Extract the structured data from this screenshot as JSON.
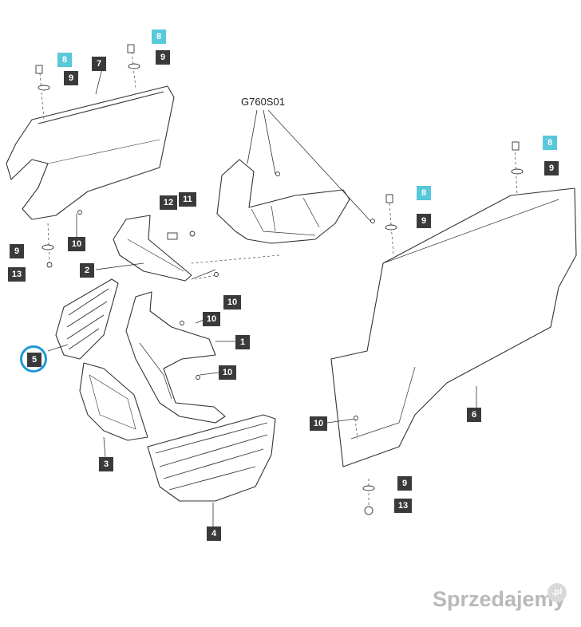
{
  "diagram_code": "G760S01",
  "highlighted_item": "5",
  "watermark": {
    "text": "Sprzedajemy",
    "badge": ".pl"
  },
  "callouts": {
    "c8a": "8",
    "c8b": "8",
    "c8c": "8",
    "c8d": "8",
    "c9a": "9",
    "c9b": "9",
    "c9c": "9",
    "c9d": "9",
    "c9e": "9",
    "c9f": "9",
    "c7": "7",
    "c10a": "10",
    "c10b": "10",
    "c10c": "10",
    "c10d": "10",
    "c10e": "10",
    "c13a": "13",
    "c13b": "13",
    "c12": "12",
    "c11": "11",
    "c2": "2",
    "c1": "1",
    "c5": "5",
    "c3": "3",
    "c4": "4",
    "c6": "6"
  },
  "colors": {
    "callout_bg": "#3a3a3a",
    "callout_highlight": "#58c8da",
    "ring": "#1e9ad6"
  }
}
